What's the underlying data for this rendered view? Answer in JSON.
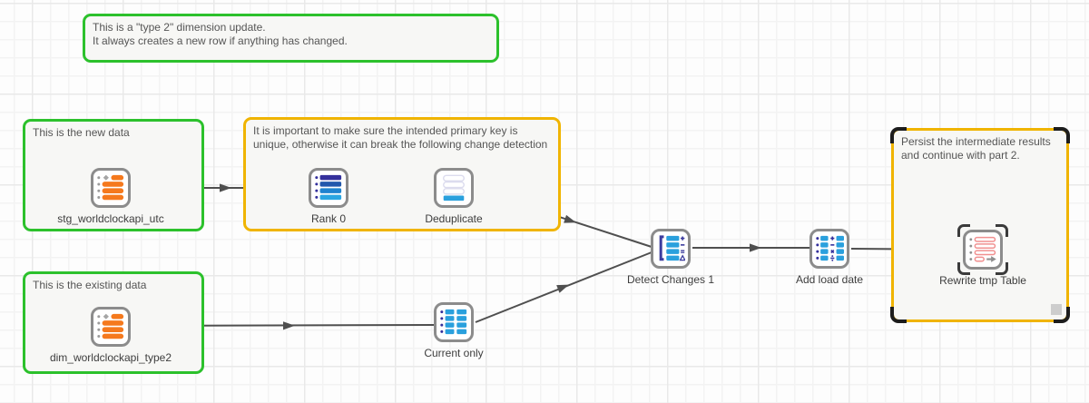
{
  "diagram": {
    "annotations": {
      "type2_note": {
        "line1": "This is a \"type 2\" dimension update.",
        "line2": "It always creates a new row if anything has changed."
      },
      "new_data_note": {
        "text": "This is the new data"
      },
      "primary_key_note": {
        "text": "It is important to make sure the intended primary key is unique, otherwise it can break the following change detection"
      },
      "existing_data_note": {
        "text": "This is the existing data"
      },
      "persist_note": {
        "text": "Persist the intermediate results and continue with part 2."
      }
    },
    "nodes": {
      "stg": {
        "label": "stg_worldclockapi_utc",
        "icon": "import-table-icon"
      },
      "rank": {
        "label": "Rank 0",
        "icon": "rank-table-icon"
      },
      "dedup": {
        "label": "Deduplicate",
        "icon": "deduplicate-icon"
      },
      "dim": {
        "label": "dim_worldclockapi_type2",
        "icon": "import-table-icon"
      },
      "current": {
        "label": "Current only",
        "icon": "filter-table-icon"
      },
      "detect": {
        "label": "Detect Changes 1",
        "icon": "detect-changes-icon"
      },
      "load_date": {
        "label": "Add load date",
        "icon": "calculate-column-icon"
      },
      "rewrite": {
        "label": "Rewrite tmp Table",
        "icon": "export-table-icon",
        "selected": true
      }
    },
    "colors": {
      "note_green": "#2cc12c",
      "note_yellow": "#f0b400",
      "table_orange": "#f5791d",
      "bar_cyan": "#2aa0dd",
      "bar_navy": "#34309c",
      "export_red": "#f19090",
      "wire_gray": "#4f4f4f"
    }
  }
}
